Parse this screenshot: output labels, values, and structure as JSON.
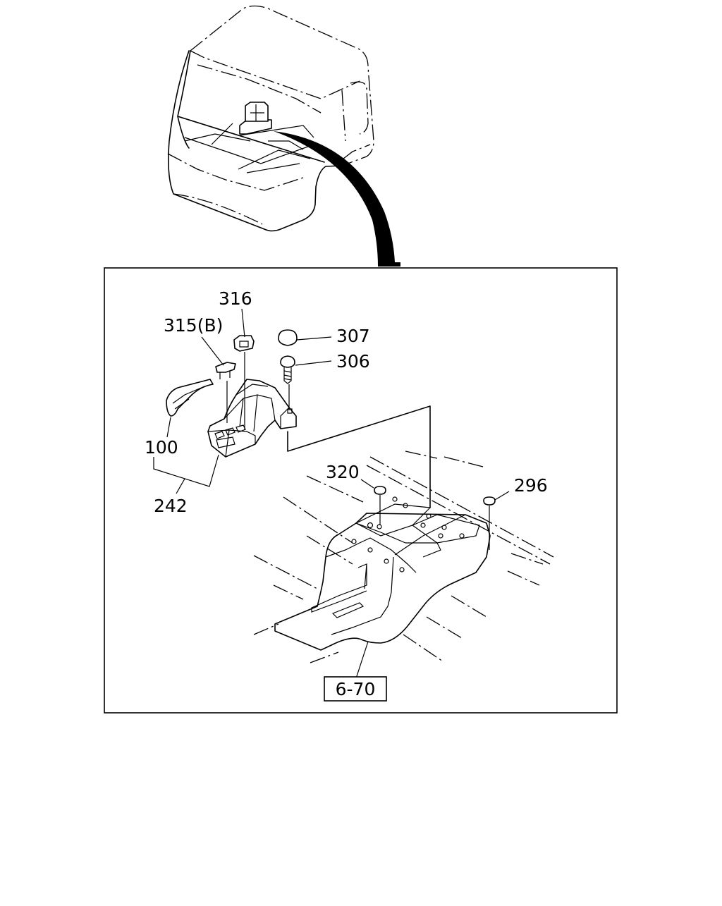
{
  "callouts": {
    "c316": "316",
    "c315b": "315(B)",
    "c307": "307",
    "c306": "306",
    "c100": "100",
    "c242": "242",
    "c320": "320",
    "c296": "296"
  },
  "reference_box": {
    "label": "6-70"
  }
}
